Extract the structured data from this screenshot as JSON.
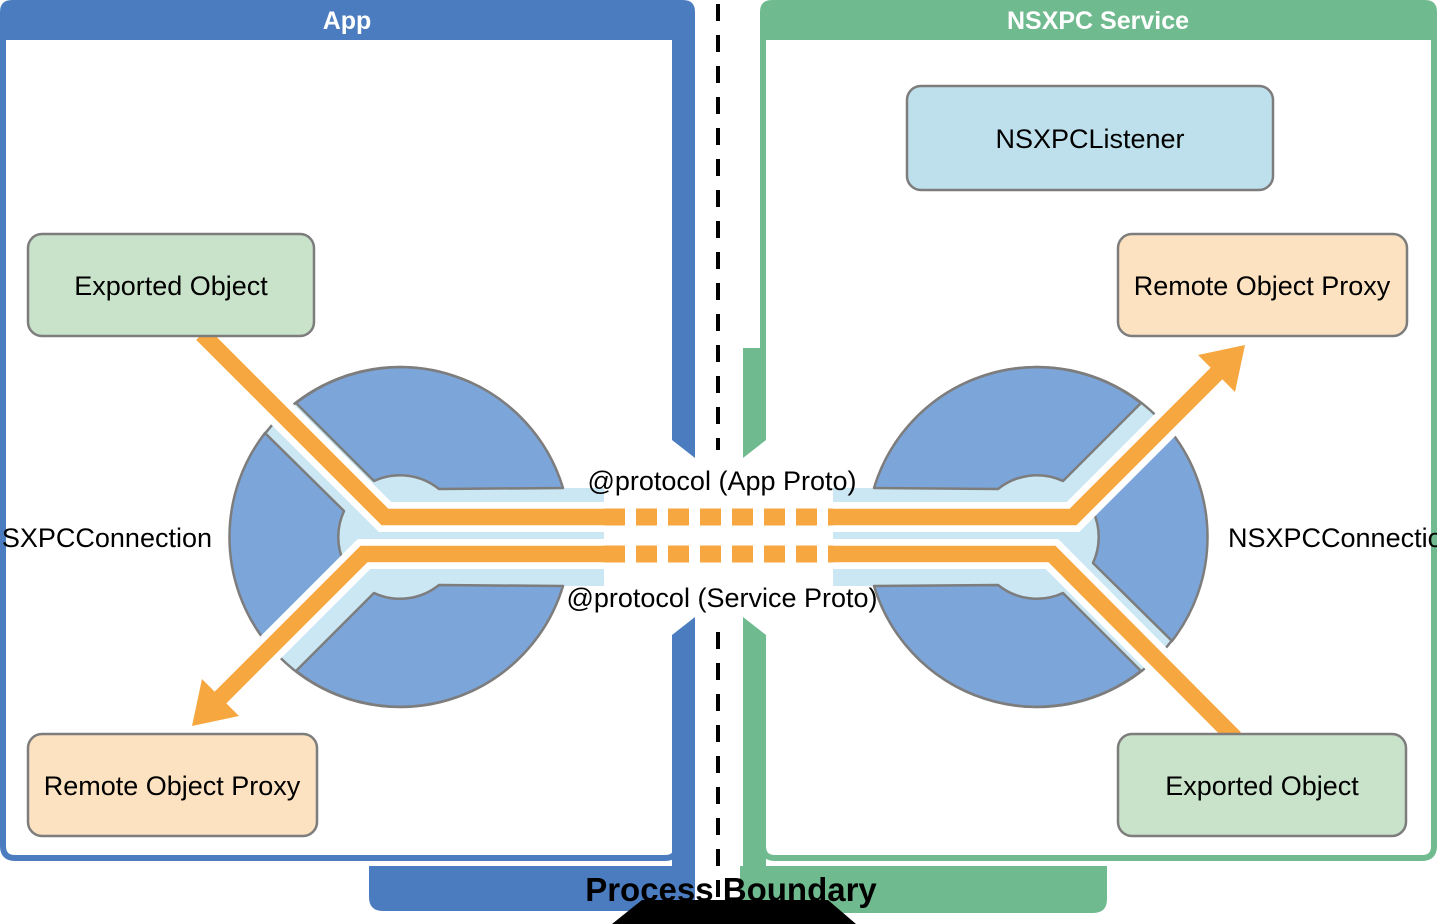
{
  "app_panel": {
    "title": "App",
    "connection_label": "NSXPCConnection",
    "exported_object_label": "Exported Object",
    "remote_object_proxy_label": "Remote Object Proxy"
  },
  "service_panel": {
    "title": "NSXPC Service",
    "listener_label": "NSXPCListener",
    "connection_label": "NSXPCConnection",
    "remote_object_proxy_label": "Remote Object Proxy",
    "exported_object_label": "Exported Object"
  },
  "center": {
    "app_protocol_label": "@protocol (App Proto)",
    "service_protocol_label": "@protocol (Service Proto)",
    "boundary_label": "Process Boundary"
  },
  "colors": {
    "panel-blue": "#4b7cc0",
    "panel-green": "#6fba8e",
    "circle-blue": "#7ca5d9",
    "channel-pale": "#cbe7f3",
    "arrow-orange": "#f6a740",
    "stroke-gray": "#7d7d7d",
    "box-green": "#c9e3ca",
    "box-peach": "#fce2c0",
    "box-blue": "#bee0ec"
  }
}
